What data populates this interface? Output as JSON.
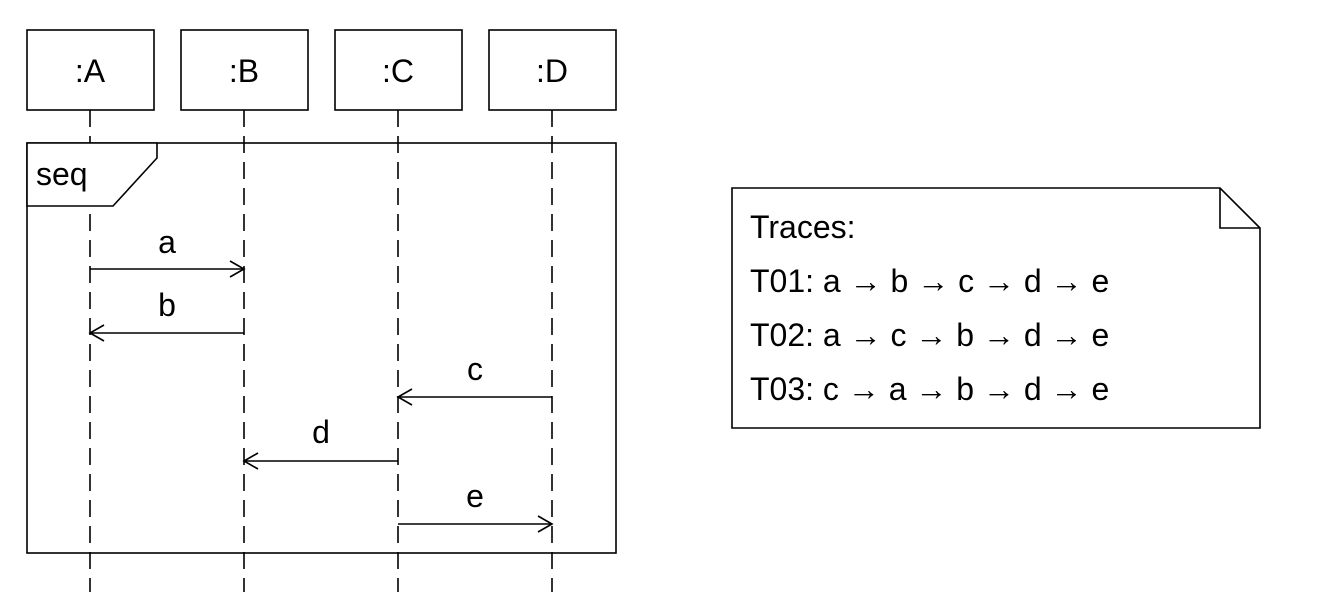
{
  "lifelines": [
    {
      "label": ":A"
    },
    {
      "label": ":B"
    },
    {
      "label": ":C"
    },
    {
      "label": ":D"
    }
  ],
  "fragment": {
    "operator": "seq"
  },
  "messages": [
    {
      "label": "a",
      "from": ":A",
      "to": ":B"
    },
    {
      "label": "b",
      "from": ":B",
      "to": ":A"
    },
    {
      "label": "c",
      "from": ":D",
      "to": ":C"
    },
    {
      "label": "d",
      "from": ":C",
      "to": ":B"
    },
    {
      "label": "e",
      "from": ":C",
      "to": ":D"
    }
  ],
  "note": {
    "title": "Traces:",
    "lines": [
      "T01: a → b → c → d → e",
      "T02: a → c → b → d → e",
      "T03: c → a → b → d → e"
    ]
  },
  "colors": {
    "stroke": "#000000",
    "background": "#ffffff"
  }
}
